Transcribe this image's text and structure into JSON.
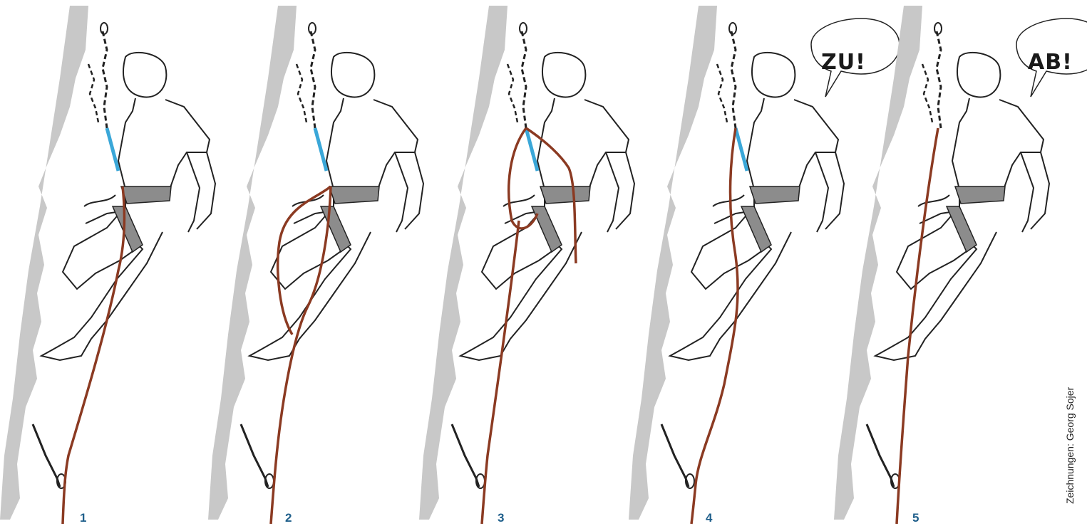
{
  "panels": [
    {
      "number": "1"
    },
    {
      "number": "2"
    },
    {
      "number": "3"
    },
    {
      "number": "4",
      "speech": "ZU!"
    },
    {
      "number": "5",
      "speech": "AB!"
    }
  ],
  "credit": "Zeichnungen: Georg Sojer",
  "colors": {
    "rope": "#8b3a22",
    "rock": "#c8c8c8",
    "harness": "#8c8c8c",
    "sling": "#3aa7d8",
    "label": "#1f5f8b",
    "line": "#222222"
  }
}
